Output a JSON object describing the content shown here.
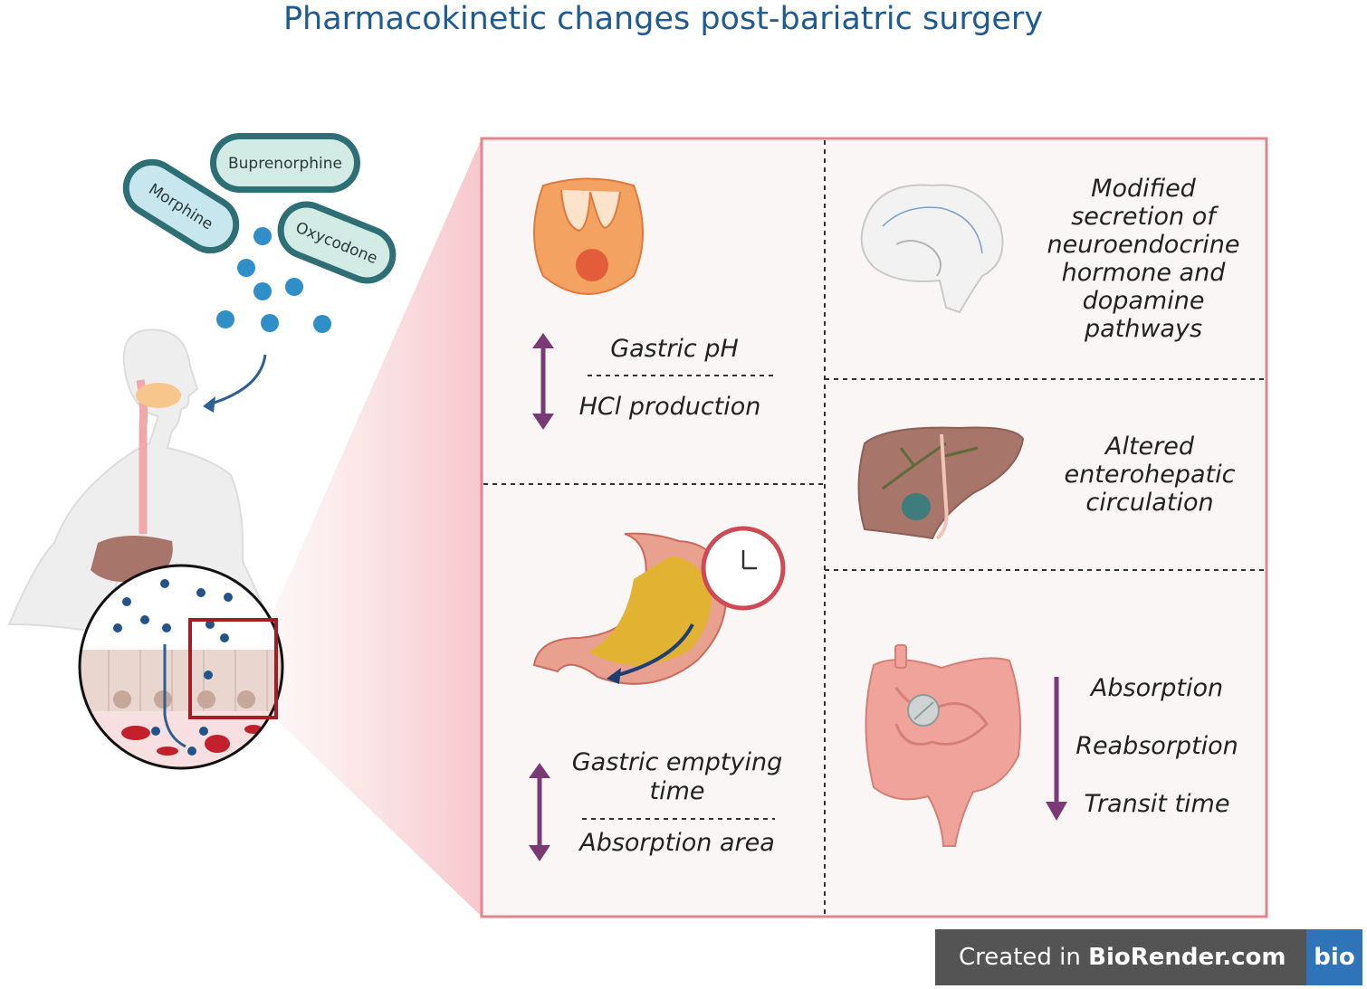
{
  "title": "Pharmacokinetic changes post-bariatric surgery",
  "drugs": [
    "Buprenorphine",
    "Morphine",
    "Oxycodone"
  ],
  "panels": {
    "gastric_ph": {
      "line1": "Gastric pH",
      "line2": "HCl production",
      "icon": "stomach-cell-icon"
    },
    "gastric_emptying": {
      "line1a": "Gastric emptying",
      "line1b": "time",
      "line2": "Absorption area",
      "icon": "stomach-icon"
    },
    "brain": {
      "lines": [
        "Modified",
        "secretion of",
        "neuroendocrine",
        "hormone and",
        "dopamine",
        "pathways"
      ],
      "icon": "brain-icon"
    },
    "liver": {
      "lines": [
        "Altered",
        "enterohepatic",
        "circulation"
      ],
      "icon": "liver-icon"
    },
    "intestine": {
      "items": [
        "Absorption",
        "Reabsorption",
        "Transit time"
      ],
      "icon": "intestine-icon"
    }
  },
  "badge": {
    "prefix": "Created in ",
    "brand": "BioRender.com",
    "logo": "bio"
  },
  "colors": {
    "title": "#1f5b92",
    "panel_border": "#e0868e",
    "arrow": "#7a3a75",
    "pill": "#2d6f74"
  }
}
